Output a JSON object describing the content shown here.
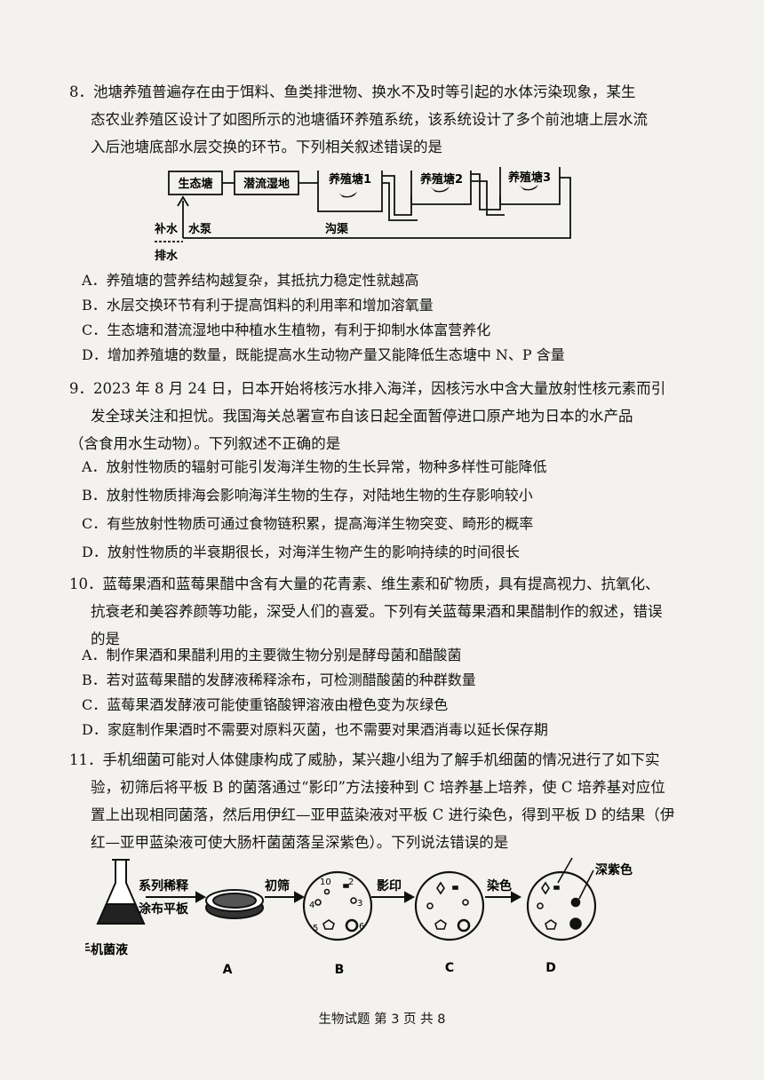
{
  "q8": {
    "lines": [
      "8．池塘养殖普遍存在由于饵料、鱼类排泄物、换水不及时等引起的水体污染现象，某生",
      "态农业养殖区设计了如图所示的池塘循环养殖系统，该系统设计了多个前池塘上层水流",
      "入后池塘底部水层交换的环节。下列相关叙述错误的是"
    ],
    "diagram": {
      "eco_pond": "生态塘",
      "wetland": "潜流湿地",
      "pond1": "养殖塘1",
      "pond2": "养殖塘2",
      "pond3": "养殖塘3",
      "refill": "补水",
      "pump": "水泵",
      "ditch": "沟渠",
      "drain": "排水"
    },
    "options": [
      "A．养殖塘的营养结构越复杂，其抵抗力稳定性就越高",
      "B．水层交换环节有利于提高饵料的利用率和增加溶氧量",
      "C．生态塘和潜流湿地中种植水生植物，有利于抑制水体富营养化",
      "D．增加养殖塘的数量，既能提高水生动物产量又能降低生态塘中 N、P 含量"
    ]
  },
  "q9": {
    "lines": [
      "9．2023 年 8 月 24 日，日本开始将核污水排入海洋，因核污水中含大量放射性核元素而引",
      "发全球关注和担忧。我国海关总署宣布自该日起全面暂停进口原产地为日本的水产品",
      "（含食用水生动物）。下列叙述不正确的是"
    ],
    "options": [
      "A．放射性物质的辐射可能引发海洋生物的生长异常，物种多样性可能降低",
      "B．放射性物质排海会影响海洋生物的生存，对陆地生物的生存影响较小",
      "C．有些放射性物质可通过食物链积累，提高海洋生物突变、畸形的概率",
      "D．放射性物质的半衰期很长，对海洋生物产生的影响持续的时间很长"
    ]
  },
  "q10": {
    "lines": [
      "10．蓝莓果酒和蓝莓果醋中含有大量的花青素、维生素和矿物质，具有提高视力、抗氧化、",
      "抗衰老和美容养颜等功能，深受人们的喜爱。下列有关蓝莓果酒和果醋制作的叙述，错误",
      "的是"
    ],
    "options": [
      "A．制作果酒和果醋利用的主要微生物分别是酵母菌和醋酸菌",
      "B．若对蓝莓果醋的发酵液稀释涂布，可检测醋酸菌的种群数量",
      "C．蓝莓果酒发酵液可能使重铬酸钾溶液由橙色变为灰绿色",
      "D．家庭制作果酒时不需要对原料灭菌，也不需要对果酒消毒以延长保存期"
    ]
  },
  "q11": {
    "lines": [
      "11．手机细菌可能对人体健康构成了威胁，某兴趣小组为了解手机细菌的情况进行了如下实",
      "验，初筛后将平板 B 的菌落通过“影印”方法接种到 C 培养基上培养，使 C 培养基对应位",
      "置上出现相同菌落，然后用伊红—亚甲蓝染液对平板 C 进行染色，得到平板 D 的结果（伊",
      "红—亚甲蓝染液可使大肠杆菌菌落呈深紫色）。下列说法错误的是"
    ],
    "diagram": {
      "dilute": "系列稀释",
      "spread": "涂布平板",
      "screen": "初筛",
      "replica": "影印",
      "stain": "染色",
      "deep_purple": "深紫色",
      "source": "手机菌液",
      "label_a": "A",
      "label_b": "B",
      "label_c": "C",
      "label_d": "D",
      "colony_nums": [
        "10",
        "2",
        "3",
        "4",
        "5",
        "6"
      ]
    }
  },
  "footer": "生物试题  第 3 页 共 8"
}
